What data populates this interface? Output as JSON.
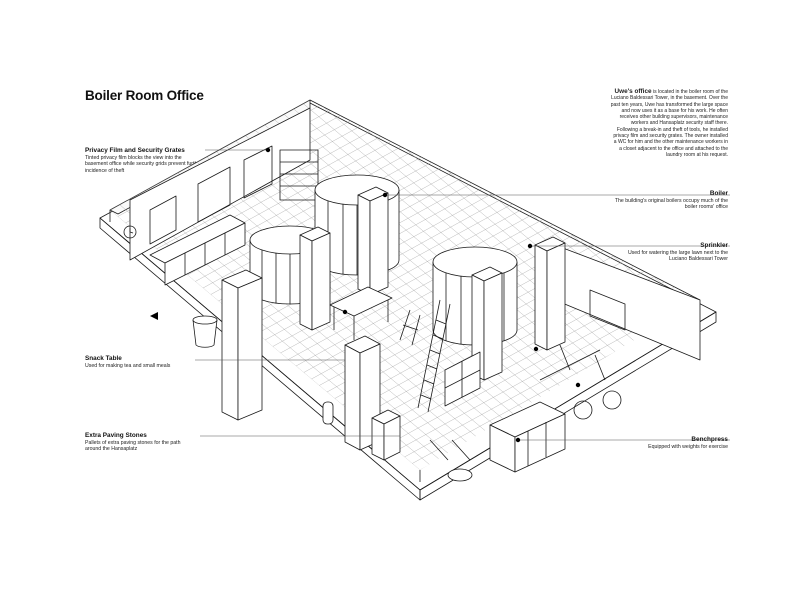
{
  "title": "Boiler Room Office",
  "intro": {
    "heading": "Uwe's office",
    "text": "is located in the boiler room of the Luciano Baldessari Tower, in the basement. Over the past ten years, Uwe has transformed the large space and now uses it as a base for his work. He often receives other building supervisors, maintenance workers and Hansaplatz security staff there. Following a break-in and theft of tools, he installed privacy film and security grates. The owner installed a WC for him and the other maintenance workers in a closet adjacent to the office and attached to the laundry room at his request."
  },
  "callouts": {
    "privacy": {
      "heading": "Privacy Film and Security Grates",
      "text": "Tinted privacy film blocks the view into the basement office while security grids prevent further incidence of theft"
    },
    "snack": {
      "heading": "Snack Table",
      "text": "Used for making tea and small meals"
    },
    "paving": {
      "heading": "Extra Paving Stones",
      "text": "Pallets of extra paving stones for the path around the Hansaplatz"
    },
    "boiler": {
      "heading": "Boiler",
      "text": "The building's original boilers occupy much of the boiler rooms' office"
    },
    "sprinkler": {
      "heading": "Sprinkler",
      "text": "Used for watering the large lawn next to the Luciano Baldessari Tower"
    },
    "benchpress": {
      "heading": "Benchpress",
      "text": "Equipped with weights for exercise"
    }
  },
  "colors": {
    "line": "#1a1a1a",
    "leader": "#555555",
    "marker": "#000000",
    "background": "#ffffff"
  }
}
